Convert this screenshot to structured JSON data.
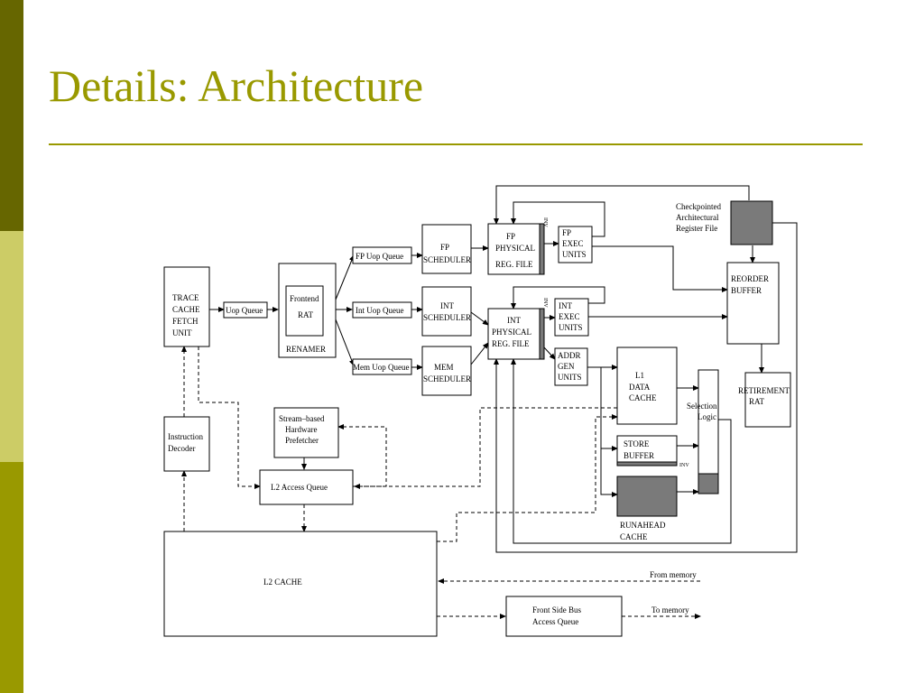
{
  "slide": {
    "title": "Details: Architecture",
    "accent_color": "#999900",
    "side_colors": [
      "#666600",
      "#cccc66",
      "#999900"
    ]
  },
  "diagram": {
    "trace_cache": [
      "TRACE",
      "CACHE",
      "FETCH",
      "UNIT"
    ],
    "uop_queue": "Uop Queue",
    "frontend_rat": [
      "Frontend",
      "RAT"
    ],
    "renamer": "RENAMER",
    "fp_uop_queue": "FP Uop Queue",
    "int_uop_queue": "Int Uop Queue",
    "mem_uop_queue": "Mem Uop Queue",
    "fp_scheduler": [
      "FP",
      "SCHEDULER"
    ],
    "int_scheduler": [
      "INT",
      "SCHEDULER"
    ],
    "mem_scheduler": [
      "MEM",
      "SCHEDULER"
    ],
    "fp_reg_file": [
      "FP",
      "PHYSICAL",
      "REG. FILE"
    ],
    "int_reg_file": [
      "INT",
      "PHYSICAL",
      "REG. FILE"
    ],
    "inv_label": "INV",
    "fp_exec": [
      "FP",
      "EXEC",
      "UNITS"
    ],
    "int_exec": [
      "INT",
      "EXEC",
      "UNITS"
    ],
    "addr_gen": [
      "ADDR",
      "GEN",
      "UNITS"
    ],
    "checkpointed": [
      "Checkpointed",
      "Architectural",
      "Register File"
    ],
    "reorder_buffer": [
      "REORDER",
      "BUFFER"
    ],
    "retirement_rat": [
      "RETIREMENT",
      "RAT"
    ],
    "l1_cache": [
      "L1",
      "DATA",
      "CACHE"
    ],
    "selection_logic": [
      "Selection",
      "Logic"
    ],
    "store_buffer": [
      "STORE",
      "BUFFER"
    ],
    "runahead_cache": [
      "RUNAHEAD",
      "CACHE"
    ],
    "instruction_decoder": [
      "Instruction",
      "Decoder"
    ],
    "prefetcher": [
      "Stream–based",
      "Hardware",
      "Prefetcher"
    ],
    "l2_access_queue": "L2 Access Queue",
    "l2_cache": "L2 CACHE",
    "front_side_bus": [
      "Front Side Bus",
      "Access Queue"
    ],
    "from_memory": "From memory",
    "to_memory": "To memory"
  }
}
